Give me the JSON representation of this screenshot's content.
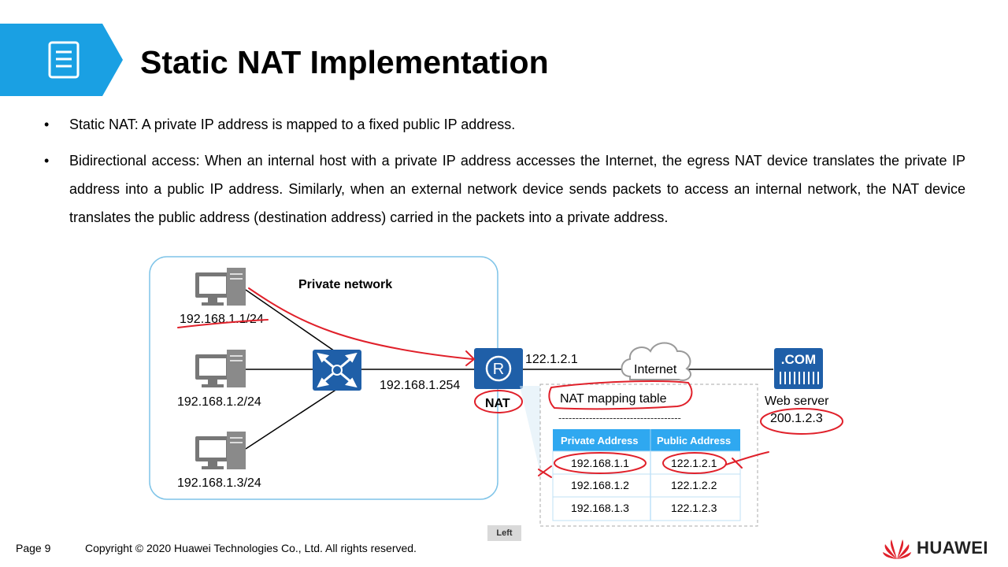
{
  "slide": {
    "title": "Static NAT Implementation",
    "bullets": [
      "Static NAT: A private IP address is mapped to a fixed public IP address.",
      "Bidirectional access: When an internal host with a private IP address accesses the Internet, the egress NAT device translates the private IP address into a public IP address. Similarly, when an external network device sends packets to access an internal network, the NAT device translates the public address (destination address) carried in the packets into a private address."
    ]
  },
  "diagram": {
    "private_network_label": "Private network",
    "hosts": [
      "192.168.1.1/24",
      "192.168.1.2/24",
      "192.168.1.3/24"
    ],
    "router_lan_ip": "192.168.1.254",
    "router_wan_ip": "122.1.2.1",
    "router_label": "NAT",
    "router_icon_letter": "R",
    "cloud_label": "Internet",
    "server_badge": ".COM",
    "server_label": "Web server",
    "server_ip": "200.1.2.3",
    "table_title": "NAT mapping table",
    "table_separator": "------------------------------------",
    "table_headers": [
      "Private Address",
      "Public Address"
    ],
    "table_rows": [
      [
        "192.168.1.1",
        "122.1.2.1"
      ],
      [
        "192.168.1.2",
        "122.1.2.2"
      ],
      [
        "192.168.1.3",
        "122.1.2.3"
      ]
    ]
  },
  "colors": {
    "accent_blue": "#1aa0e3",
    "icon_dark_blue": "#1f5fa8",
    "table_header_blue": "#2fa8f0",
    "annotation_red": "#e0202a"
  },
  "footer": {
    "page": "Page 9",
    "copyright": "Copyright © 2020 Huawei Technologies Co., Ltd. All rights reserved.",
    "brand": "HUAWEI",
    "left_tag": "Left"
  }
}
